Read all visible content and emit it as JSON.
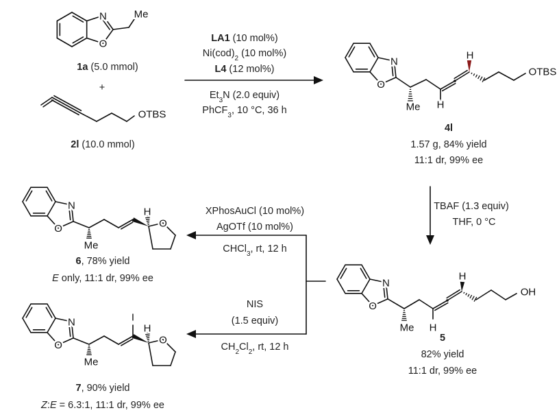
{
  "colors": {
    "bond": "#111111",
    "highlight_bond": "#8b1a1a",
    "text": "#222222"
  },
  "atom_labels": {
    "N": "N",
    "O": "O",
    "Me": "Me",
    "H": "H",
    "I": "I",
    "OTBS": "OTBS",
    "OH": "OH"
  },
  "reactants": {
    "r1": {
      "id": "1a",
      "detail": " (5.0 mmol)"
    },
    "plus": "+",
    "r2": {
      "id": "2l",
      "detail": " (10.0 mmol)"
    }
  },
  "step1": {
    "c1": {
      "bold": "LA1",
      "rest": " (10 mol%)"
    },
    "c2": {
      "pre": "Ni(cod)",
      "sub": "2",
      "post": " (10 mol%)"
    },
    "c3": {
      "bold": "L4",
      "rest": " (12 mol%)"
    },
    "c4": {
      "pre": "Et",
      "sub": "3",
      "post": "N (2.0 equiv)"
    },
    "c5": {
      "pre": "PhCF",
      "sub": "3",
      "post": ", 10 °C, 36 h"
    }
  },
  "product_4l": {
    "id": "4l",
    "line1": "1.57 g, 84% yield",
    "line2": "11:1 dr, 99% ee"
  },
  "step2": {
    "c1": "TBAF (1.3 equiv)",
    "c2": "THF, 0 °C"
  },
  "product_5": {
    "id": "5",
    "line1": "82% yield",
    "line2": "11:1 dr, 99% ee"
  },
  "step3a": {
    "c1": "XPhosAuCl (10 mol%)",
    "c2": "AgOTf (10 mol%)",
    "c3": {
      "pre": "CHCl",
      "sub": "3",
      "post": ", rt, 12 h"
    }
  },
  "step3b": {
    "c1": "NIS",
    "c2": "(1.5 equiv)",
    "c3": {
      "pre": "CH",
      "sub1": "2",
      "mid": "Cl",
      "sub2": "2",
      "post": ", rt, 12 h"
    }
  },
  "product_6": {
    "id": "6",
    "yield": ", 78% yield",
    "sel_italic": "E",
    "sel_rest": " only, 11:1 dr, 99% ee"
  },
  "product_7": {
    "id": "7",
    "yield": ", 90% yield",
    "sel_italic1": "Z",
    "sel_colon": ":",
    "sel_italic2": "E",
    "sel_rest": " = 6.3:1, 11:1 dr, 99% ee"
  }
}
